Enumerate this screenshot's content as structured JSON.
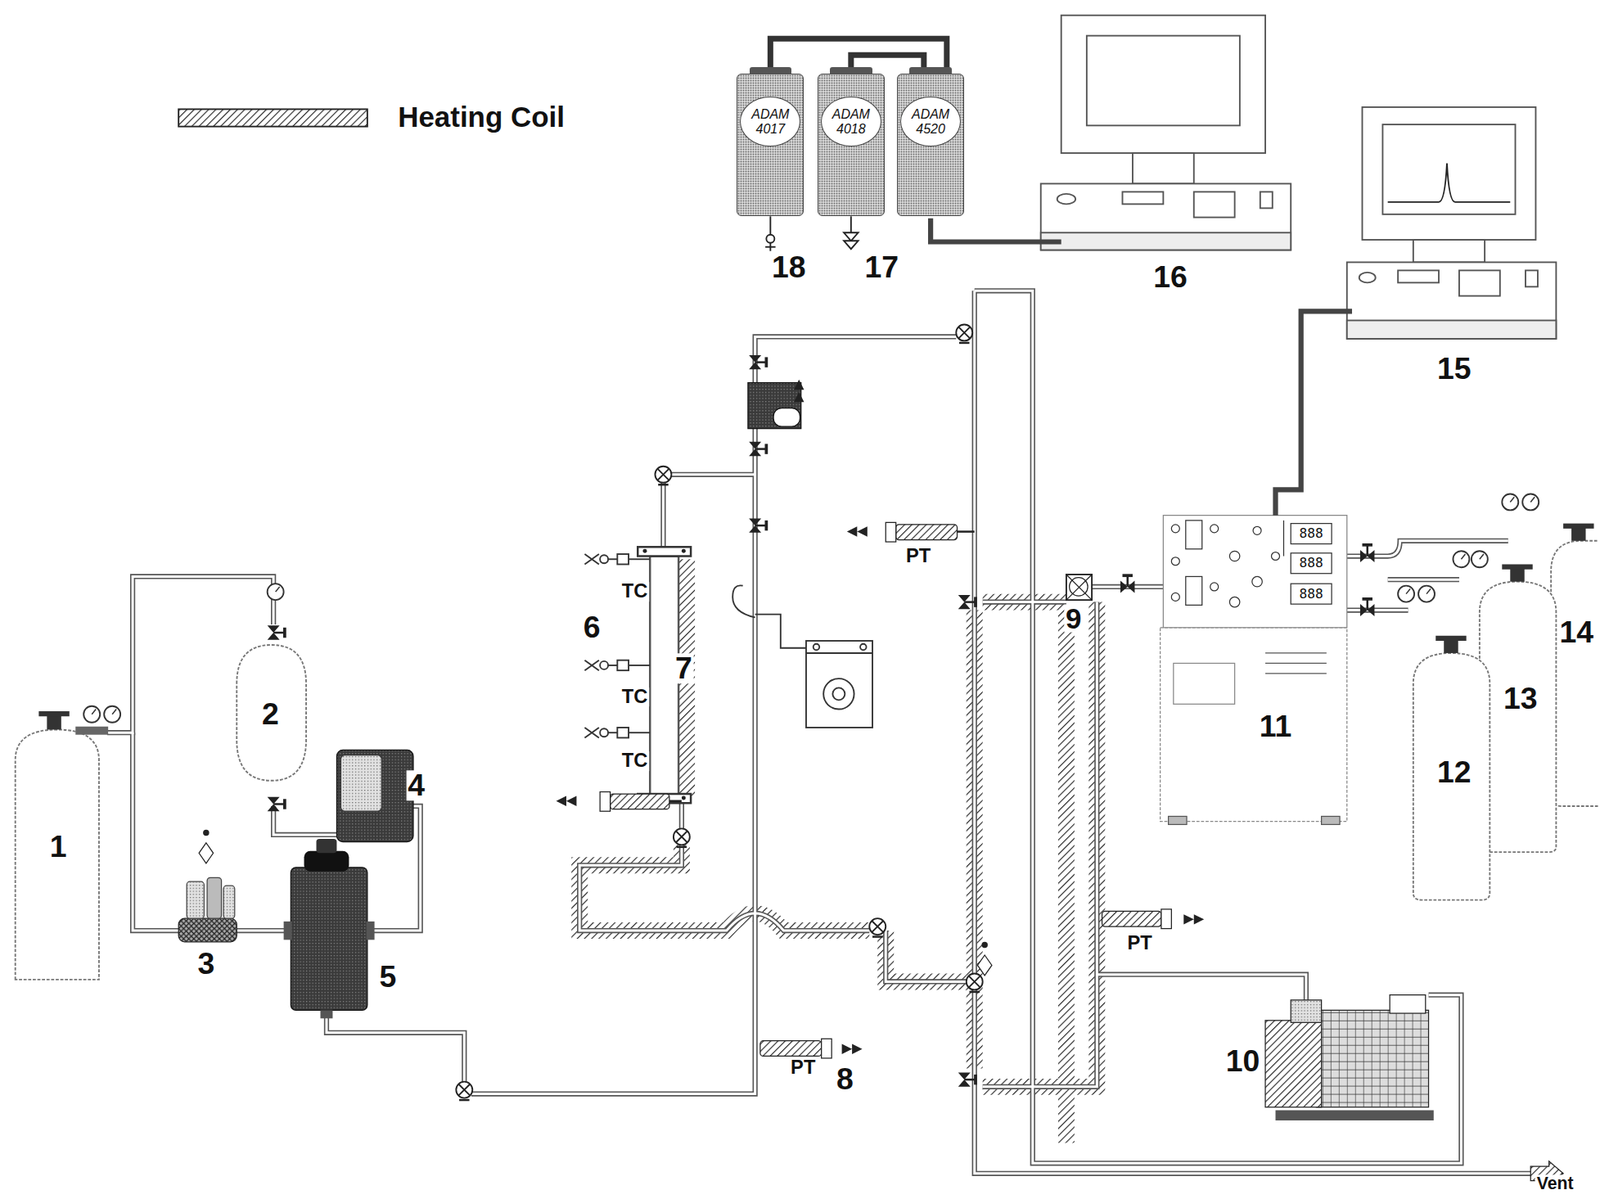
{
  "diagram": {
    "nodes": [
      {
        "text": [
          "ADAM 4017"
        ]
      },
      {
        "text": [
          "ADAM 4018"
        ]
      },
      {
        "text": [
          "ADAM 4520"
        ]
      }
    ],
    "edges": [
      {
        "from": 0,
        "to": 2,
        "arrow": "none"
      },
      {
        "from": 1,
        "to": 2,
        "arrow": "none"
      }
    ],
    "labels": [
      "18",
      "17",
      "16",
      "15",
      "TC",
      "6",
      "7",
      "TC",
      "TC",
      "PT",
      "9",
      "888",
      "888",
      "888",
      "11",
      "14",
      "13",
      "12",
      "1",
      "2",
      "4",
      "PT",
      "3",
      "5",
      "PT",
      "8",
      "10",
      "Vent"
    ],
    "legend": [
      {
        "text": "Heating Coil"
      }
    ]
  }
}
